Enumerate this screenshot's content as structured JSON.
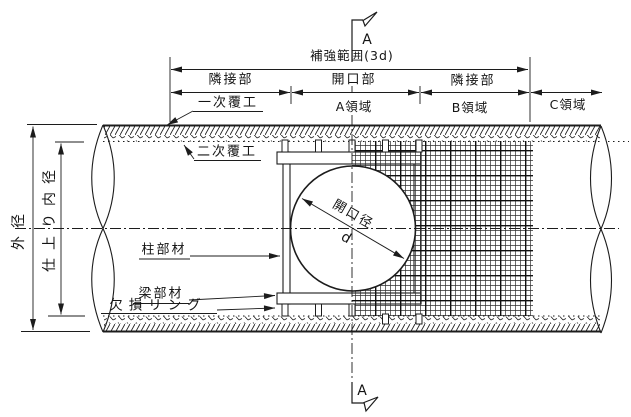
{
  "colors": {
    "line": "#1c1c1c",
    "background": "#ffffff"
  },
  "section": {
    "top_label": "A",
    "bottom_label": "A"
  },
  "dims": {
    "range": "補強範囲(3d)",
    "adjacent_left": "隣接部",
    "opening": "開口部",
    "adjacent_right": "隣接部",
    "zone_a": "A領域",
    "zone_b": "B領域",
    "zone_c": "C領域",
    "outer_dia": "外径",
    "inner_dia": "仕上り内径",
    "open_dia": "開口径",
    "open_dia_sym": "d"
  },
  "parts": {
    "primary_lining": "一次覆工",
    "secondary_lining": "二次覆工",
    "column": "柱部材",
    "beam": "梁部材",
    "missing_ring": "欠損リング"
  }
}
